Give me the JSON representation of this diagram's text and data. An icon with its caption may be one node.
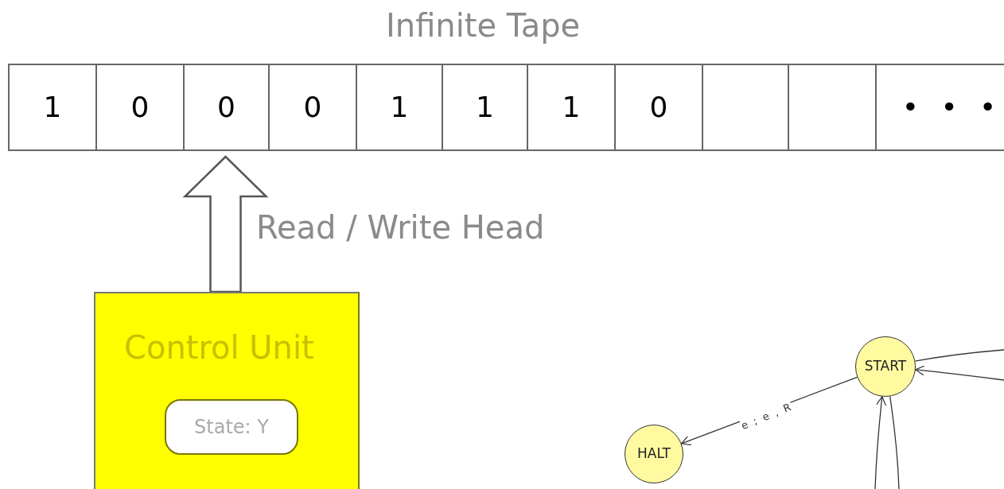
{
  "diagram": {
    "nodes": [
      {
        "text": [
          "Infinite Tape"
        ]
      },
      {
        "text": [
          "1"
        ],
        "in": 0
      },
      {
        "text": [
          "0"
        ],
        "in": 0
      },
      {
        "text": [
          "0"
        ],
        "in": 0
      },
      {
        "text": [
          "0"
        ],
        "in": 0
      },
      {
        "text": [
          "1"
        ],
        "in": 0
      },
      {
        "text": [
          "1"
        ],
        "in": 0
      },
      {
        "text": [
          "1"
        ],
        "in": 0
      },
      {
        "text": [
          "0"
        ],
        "in": 0
      },
      {
        "text": [],
        "shape": "box",
        "in": 0
      },
      {
        "text": [],
        "shape": "box",
        "in": 0
      },
      {
        "text": [
          "• • •"
        ],
        "in": 0
      },
      {
        "text": [
          "Control Unit"
        ]
      },
      {
        "text": [
          "State: Y"
        ],
        "in": 12
      },
      {
        "text": [
          "HALT"
        ]
      },
      {
        "text": [
          "START"
        ]
      }
    ],
    "edges": [
      {
        "from": 12,
        "to": 3,
        "arrow": "to",
        "style": "thick",
        "label": "Read / Write Head"
      },
      {
        "from": 15,
        "to": 14,
        "arrow": "to",
        "label": "e ; e , R"
      },
      {
        "from": 15,
        "to": null,
        "arrow": "none"
      },
      {
        "from": null,
        "to": 15,
        "arrow": "to"
      },
      {
        "from": null,
        "to": 15,
        "arrow": "to"
      },
      {
        "from": 15,
        "to": null,
        "arrow": "none"
      }
    ]
  }
}
